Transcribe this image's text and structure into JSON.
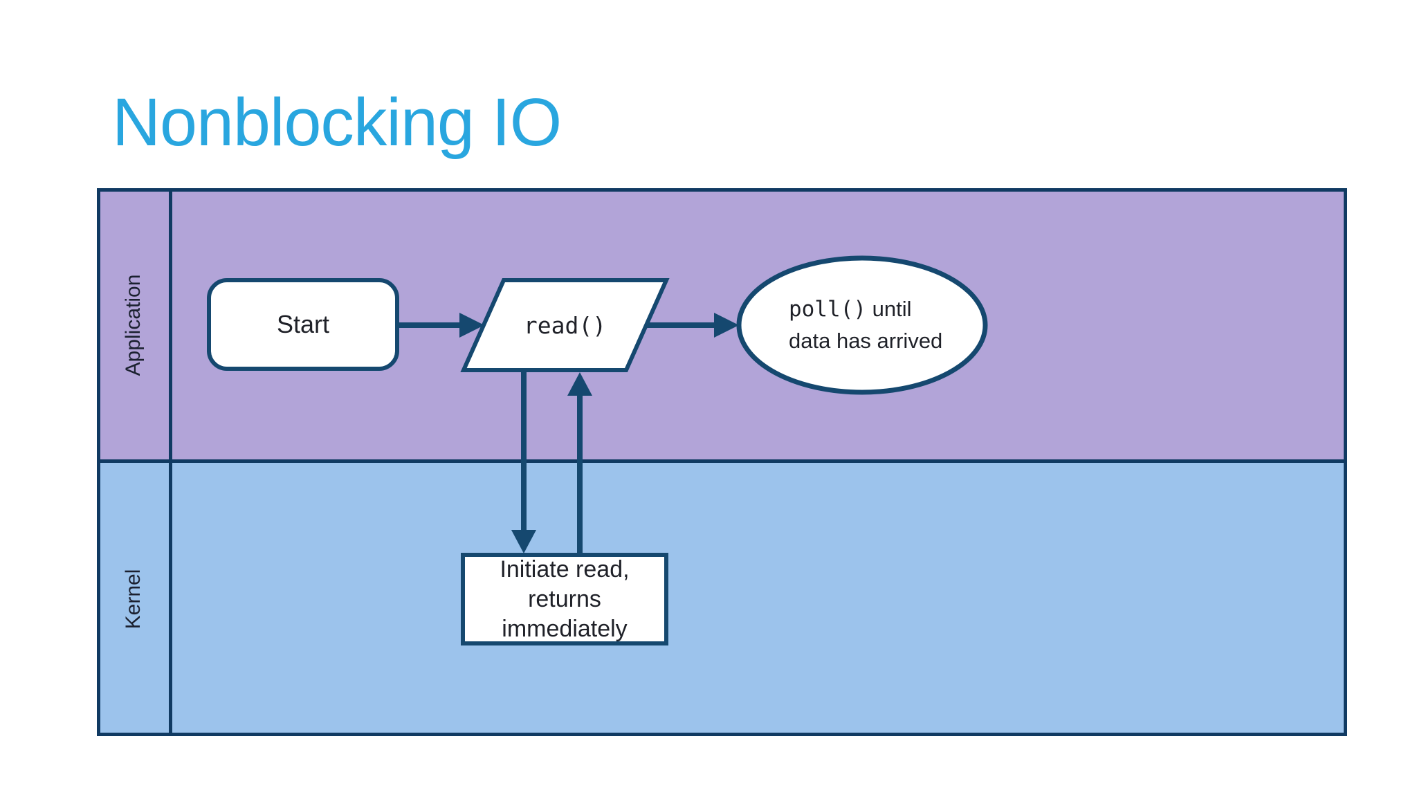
{
  "slide": {
    "title": "Nonblocking IO"
  },
  "colors": {
    "title_accent": "#29A6DF",
    "lane_application_bg": "#B2A4D8",
    "lane_kernel_bg": "#9CC3EC",
    "frame_border": "#103A62",
    "shape_stroke": "#15486F",
    "shape_fill": "#FFFFFF",
    "text": "#1F2128"
  },
  "lanes": [
    {
      "label": "Application"
    },
    {
      "label": "Kernel"
    }
  ],
  "nodes": {
    "start": {
      "shape": "rounded-rect",
      "lane": "Application",
      "label": "Start"
    },
    "read": {
      "shape": "parallelogram",
      "lane": "Application",
      "label": "read()"
    },
    "poll": {
      "shape": "ellipse",
      "lane": "Application",
      "line1_code": "poll()",
      "line1_rest": " until",
      "line2": "data has arrived"
    },
    "initiate": {
      "shape": "rect",
      "lane": "Kernel",
      "lines": [
        "Initiate read,",
        "returns",
        "immediately"
      ]
    }
  },
  "edges": [
    {
      "from": "start",
      "to": "read",
      "direction": "right"
    },
    {
      "from": "read",
      "to": "poll",
      "direction": "right"
    },
    {
      "from": "read",
      "to": "initiate",
      "direction": "down"
    },
    {
      "from": "initiate",
      "to": "read",
      "direction": "up"
    }
  ]
}
